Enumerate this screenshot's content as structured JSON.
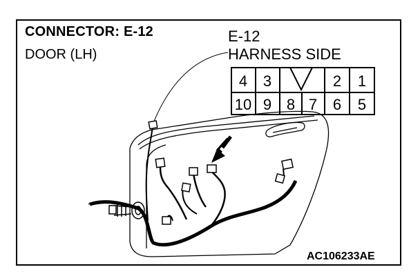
{
  "header": {
    "title": "CONNECTOR: E-12",
    "subtitle": "DOOR (LH)"
  },
  "connector": {
    "id": "E-12",
    "side": "HARNESS SIDE",
    "top_row": [
      "4",
      "3",
      "",
      "2",
      "1"
    ],
    "bottom_row": [
      "10",
      "9",
      "8",
      "7",
      "6",
      "5"
    ]
  },
  "figure_code": "AC106233AE",
  "icons": [
    "arrow-indicator-icon",
    "connector-plug-icon"
  ]
}
